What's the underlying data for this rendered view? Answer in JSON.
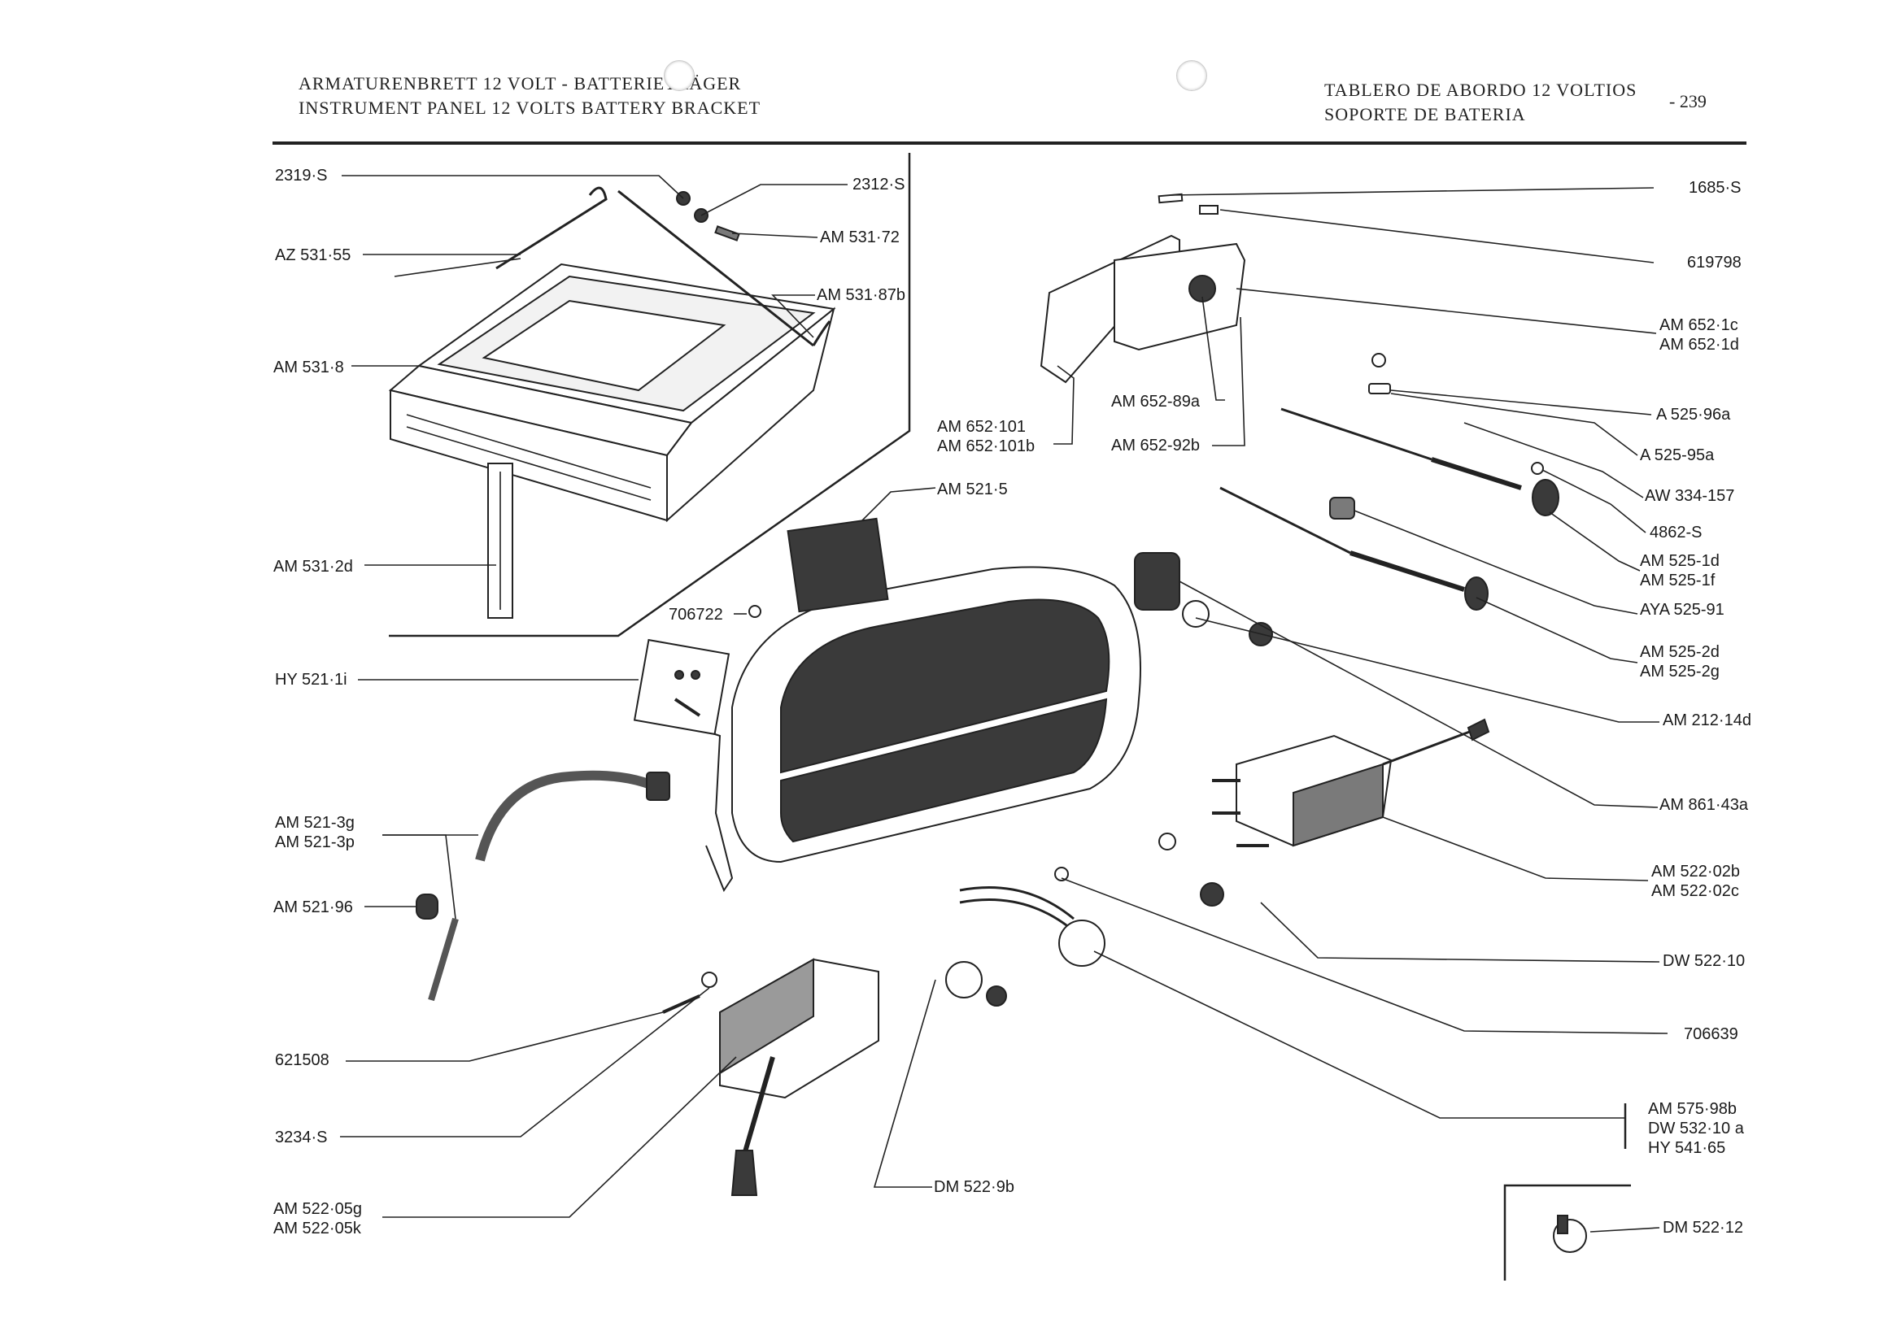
{
  "header": {
    "left_line1": "ARMATURENBRETT 12 VOLT - BATTERIETRÄGER",
    "left_line2": "INSTRUMENT PANEL 12 VOLTS BATTERY BRACKET",
    "right_line1": "TABLERO DE ABORDO 12 VOLTIOS",
    "right_line2": "SOPORTE DE BATERIA",
    "page_number": "- 239"
  },
  "labels": {
    "l_2319s": "2319·S",
    "l_az53155": "AZ 531·55",
    "l_am5318": "AM 531·8",
    "l_am5312d": "AM 531·2d",
    "l_hy5211i": "HY 521·1i",
    "l_am5213g": "AM 521-3g",
    "l_am5213p": "AM 521-3p",
    "l_am52196": "AM 521·96",
    "l_621508": "621508",
    "l_3234s": "3234·S",
    "l_am52205g": "AM 522·05g",
    "l_am52205k": "AM 522·05k",
    "l_2312s": "2312·S",
    "l_am53172": "AM 531·72",
    "l_am53187b": "AM 531·87b",
    "l_am652101": "AM 652·101",
    "l_am652101b": "AM 652·101b",
    "l_am5215": "AM 521·5",
    "l_706722": "706722",
    "l_dm5229b": "DM 522·9b",
    "l_am65289a": "AM 652-89a",
    "l_am65292b": "AM 652-92b",
    "l_1685s": "1685·S",
    "l_619798": "619798",
    "l_am6521c": "AM 652·1c",
    "l_am6521d": "AM 652·1d",
    "l_a52596a": "A 525·96a",
    "l_a52595a": "A 525-95a",
    "l_aw334157": "AW 334-157",
    "l_4862s": "4862-S",
    "l_am5251d": "AM 525-1d",
    "l_am5251f": "AM 525-1f",
    "l_aya52591": "AYA 525-91",
    "l_am5252d": "AM 525-2d",
    "l_am5252g": "AM 525-2g",
    "l_am21214d": "AM 212·14d",
    "l_am86143a": "AM 861·43a",
    "l_am52202b": "AM 522·02b",
    "l_am52202c": "AM 522·02c",
    "l_dw52210": "DW 522·10",
    "l_706639": "706639",
    "l_am57598b": "AM 575·98b",
    "l_dw53210a": "DW 532·10 a",
    "l_hy54165": "HY 541·65",
    "l_dm52212": "DM 522·12"
  }
}
